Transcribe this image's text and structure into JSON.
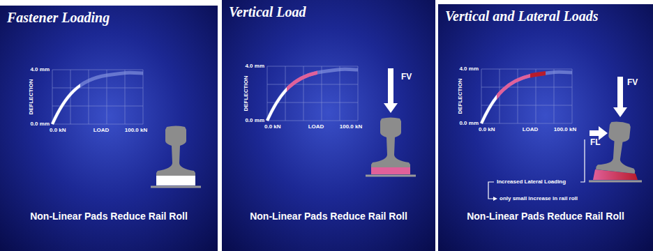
{
  "diagram": {
    "nodes": [
      {
        "text": [
          "Fastener Loading",
          "Non-Linear Pads Reduce Rail Roll"
        ]
      },
      {
        "text": [
          "Vertical Load",
          "Non-Linear Pads Reduce Rail Roll"
        ]
      },
      {
        "text": [
          "Vertical and Lateral Loads",
          "Non-Linear Pads Reduce Rail Roll"
        ]
      }
    ],
    "labels": [
      "4.0 mm",
      "0.0 mm",
      "DEFLECTION",
      "0.0 kN",
      "LOAD",
      "100.0 kN",
      "4.0 mm",
      "0.0 mm",
      "DEFLECTION",
      "0.0 kN",
      "LOAD",
      "100.0 kN",
      "FV",
      "4.0 mm",
      "0.0 mm",
      "DEFLECTION",
      "0.0 kN",
      "LOAD",
      "100.0 kN",
      "FV",
      "FL",
      "Increased Lateral Loading",
      "only small increase in rail roll"
    ]
  }
}
